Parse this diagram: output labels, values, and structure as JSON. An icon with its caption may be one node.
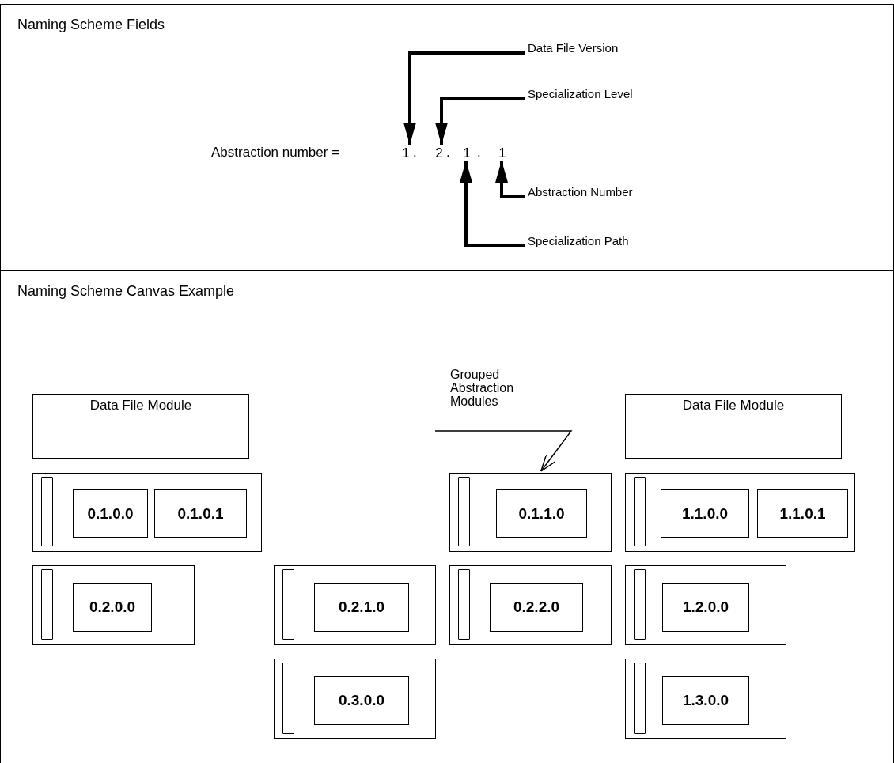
{
  "diagram": {
    "nodes": [
      {
        "text": [
          "Naming Scheme Fields"
        ]
      },
      {
        "text": [
          "1"
        ],
        "in": 0
      },
      {
        "text": [
          "2"
        ],
        "in": 0
      },
      {
        "text": [
          "1"
        ],
        "in": 0
      },
      {
        "text": [
          "1"
        ],
        "in": 0
      },
      {
        "text": [
          "Data File Version"
        ],
        "in": 0
      },
      {
        "text": [
          "Specialization Level"
        ],
        "in": 0
      },
      {
        "text": [
          "Abstraction Number"
        ],
        "in": 0
      },
      {
        "text": [
          "Specialization Path"
        ],
        "in": 0
      },
      {
        "text": [
          "Naming Scheme Canvas Example"
        ]
      },
      {
        "text": [
          "Grouped Abstraction Modules"
        ],
        "in": 9
      },
      {
        "text": [
          "Data File Module"
        ],
        "in": 9
      },
      {
        "text": [
          "Data File Module"
        ],
        "in": 9
      },
      {
        "text": [],
        "shape": "box",
        "in": 9
      },
      {
        "text": [
          "0.1.0.0"
        ],
        "in": 13
      },
      {
        "text": [
          "0.1.0.1"
        ],
        "in": 13
      },
      {
        "text": [],
        "shape": "box",
        "in": 9
      },
      {
        "text": [
          "0.1.1.0"
        ],
        "in": 16
      },
      {
        "text": [],
        "shape": "box",
        "in": 9
      },
      {
        "text": [
          "1.1.0.0"
        ],
        "in": 18
      },
      {
        "text": [
          "1.1.0.1"
        ],
        "in": 18
      },
      {
        "text": [],
        "shape": "box",
        "in": 9
      },
      {
        "text": [
          "0.2.0.0"
        ],
        "in": 21
      },
      {
        "text": [],
        "shape": "box",
        "in": 9
      },
      {
        "text": [
          "0.2.1.0"
        ],
        "in": 23
      },
      {
        "text": [],
        "shape": "box",
        "in": 9
      },
      {
        "text": [
          "0.2.2.0"
        ],
        "in": 25
      },
      {
        "text": [],
        "shape": "box",
        "in": 9
      },
      {
        "text": [
          "1.2.0.0"
        ],
        "in": 27
      },
      {
        "text": [],
        "shape": "box",
        "in": 9
      },
      {
        "text": [
          "0.3.0.0"
        ],
        "in": 29
      },
      {
        "text": [],
        "shape": "box",
        "in": 9
      },
      {
        "text": [
          "1.3.0.0"
        ],
        "in": 31
      },
      {
        "text": [],
        "shape": "bar",
        "in": 13
      },
      {
        "text": [],
        "shape": "bar",
        "in": 16
      },
      {
        "text": [],
        "shape": "bar",
        "in": 18
      },
      {
        "text": [],
        "shape": "bar",
        "in": 21
      },
      {
        "text": [],
        "shape": "bar",
        "in": 23
      },
      {
        "text": [],
        "shape": "bar",
        "in": 25
      },
      {
        "text": [],
        "shape": "bar",
        "in": 27
      },
      {
        "text": [],
        "shape": "bar",
        "in": 29
      },
      {
        "text": [],
        "shape": "bar",
        "in": 31
      }
    ],
    "edges": [
      {
        "from": 5,
        "to": 1,
        "arrow": "to"
      },
      {
        "from": 6,
        "to": 2,
        "arrow": "to"
      },
      {
        "from": 8,
        "to": 3,
        "arrow": "to"
      },
      {
        "from": 7,
        "to": 4,
        "arrow": "to"
      },
      {
        "from": 10,
        "to": 16,
        "arrow": "to"
      }
    ],
    "labels": [
      "Abstraction number =",
      ".",
      ".",
      "."
    ]
  }
}
